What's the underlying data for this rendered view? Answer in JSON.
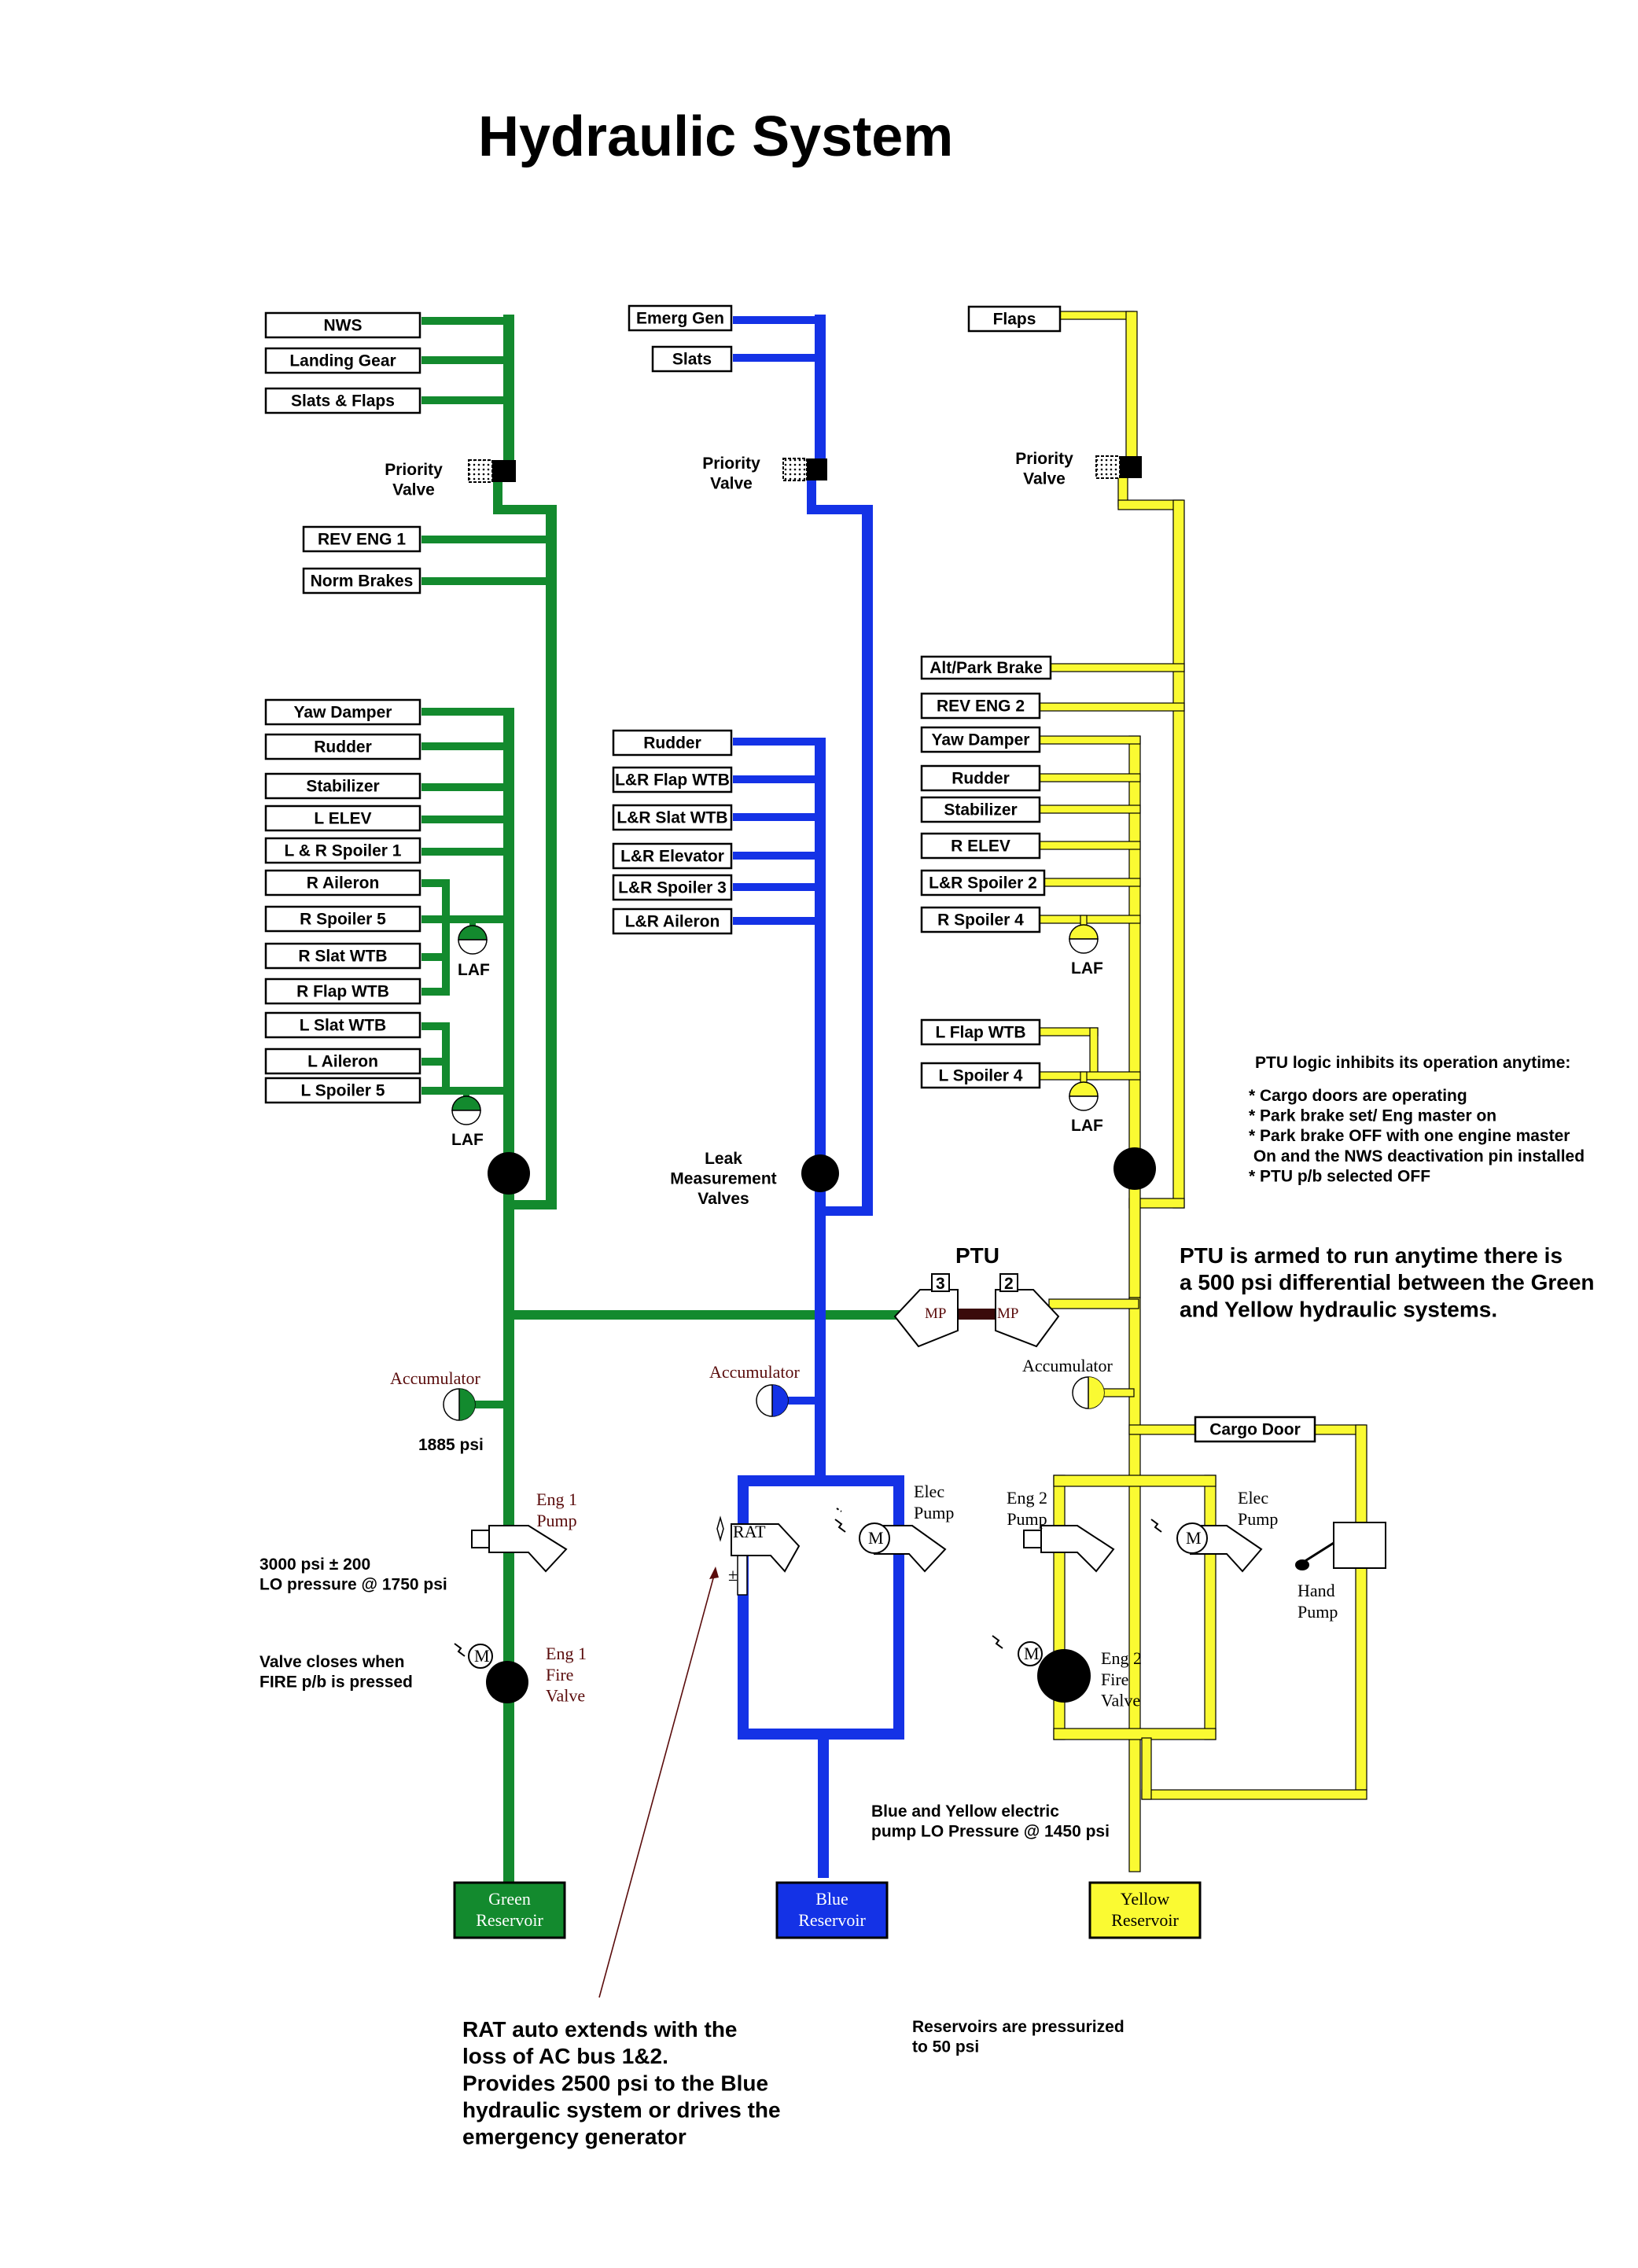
{
  "title": "Hydraulic System",
  "colors": {
    "green": "#138a2e",
    "blue": "#1432e6",
    "yellow": "#fafa32",
    "black": "#000000",
    "ptu_shaft": "#3a0a0a"
  },
  "green_system": {
    "upper_consumers": [
      "NWS",
      "Landing Gear",
      "Slats & Flaps"
    ],
    "priority_valve": "Priority\nValve",
    "mid_consumers": [
      "REV ENG 1",
      "Norm Brakes"
    ],
    "flight_controls": [
      "Yaw Damper",
      "Rudder",
      "Stabilizer",
      "L  ELEV",
      "L & R Spoiler 1",
      "R Aileron",
      "R Spoiler 5",
      "R Slat WTB",
      "R Flap WTB",
      "L Slat WTB",
      "L Aileron",
      "L Spoiler 5"
    ],
    "laf_label": "LAF",
    "accumulator_label": "Accumulator",
    "accumulator_pressure": "1885 psi",
    "pump_label": "Eng 1\nPump",
    "pump_pressure_note": "3000 psi ± 200\nLO pressure @ 1750 psi",
    "fire_valve_note": "Valve closes when\nFIRE p/b is pressed",
    "fire_valve_label": "Eng 1\nFire\nValve",
    "reservoir_label": "Green\nReservoir"
  },
  "blue_system": {
    "upper_consumers": [
      "Emerg Gen",
      "Slats"
    ],
    "priority_valve": "Priority\nValve",
    "flight_controls": [
      "Rudder",
      "L&R Flap WTB",
      "L&R Slat WTB",
      "L&R Elevator",
      "L&R Spoiler 3",
      "L&R Aileron"
    ],
    "leak_valves_label": "Leak\nMeasurement\nValves",
    "accumulator_label": "Accumulator",
    "rat_label": "RAT",
    "elec_pump_label": "Elec\nPump",
    "motor_label": "M",
    "elec_pump_note": "Blue and Yellow electric\npump LO Pressure @ 1450 psi",
    "reservoir_label": "Blue\nReservoir"
  },
  "yellow_system": {
    "upper_consumers": [
      "Flaps"
    ],
    "priority_valve": "Priority\nValve",
    "consumers": [
      "Alt/Park Brake",
      "REV ENG 2",
      "Yaw Damper",
      "Rudder",
      "Stabilizer",
      "R  ELEV",
      "L&R Spoiler 2",
      "R Spoiler 4",
      "L Flap WTB",
      "L Spoiler 4"
    ],
    "laf_label": "LAF",
    "accumulator_label": "Accumulator",
    "cargo_door_label": "Cargo Door",
    "eng_pump_label": "Eng 2\nPump",
    "elec_pump_label": "Elec\nPump",
    "hand_pump_label": "Hand\nPump",
    "fire_valve_label": "Eng 2\nFire\nValve",
    "reservoir_label": "Yellow\nReservoir"
  },
  "ptu": {
    "label": "PTU",
    "left_number": "3",
    "right_number": "2",
    "motor_pump_label": "MP",
    "armed_note": "PTU is armed to run anytime there is\na 500 psi differential between the Green\nand Yellow hydraulic systems.",
    "logic_note_title": "PTU logic inhibits its operation anytime:",
    "logic_note_items": [
      "* Cargo doors are operating",
      "* Park brake set/ Eng master on",
      "* Park brake OFF with one engine master",
      "   On and the NWS deactivation pin installed",
      "* PTU p/b selected OFF"
    ]
  },
  "rat_note": "RAT auto extends with the\nloss of AC bus 1&2.\nProvides 2500 psi to the Blue\nhydraulic system or drives the\nemergency generator",
  "reservoir_note": "Reservoirs are pressurized\nto 50 psi"
}
